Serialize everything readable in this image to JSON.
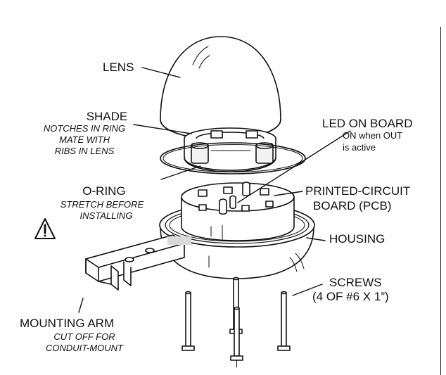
{
  "labels": {
    "lens": "LENS",
    "shade_title": "SHADE",
    "shade_note": [
      "NOTCHES IN RING",
      "MATE WITH",
      "RIBS  IN LENS"
    ],
    "led_title": "LED ON BOARD",
    "led_note": [
      "ON when OUT",
      "is active"
    ],
    "oring_title": "O-RING",
    "oring_note": [
      "STRETCH BEFORE",
      "INSTALLING"
    ],
    "pcb": [
      "PRINTED-CIRCUIT",
      "BOARD (PCB)"
    ],
    "housing": "HOUSING",
    "screws": [
      "SCREWS",
      "(4 OF #6 X 1”)"
    ],
    "mounting_title": "MOUNTING ARM",
    "mounting_note": [
      "CUT OFF FOR",
      "CONDUIT-MOUNT"
    ]
  },
  "warning_icon": "exclamation-triangle-icon",
  "colors": {
    "ink": "#111111",
    "paper": "#ffffff",
    "shadow": "#d9d9d9"
  }
}
